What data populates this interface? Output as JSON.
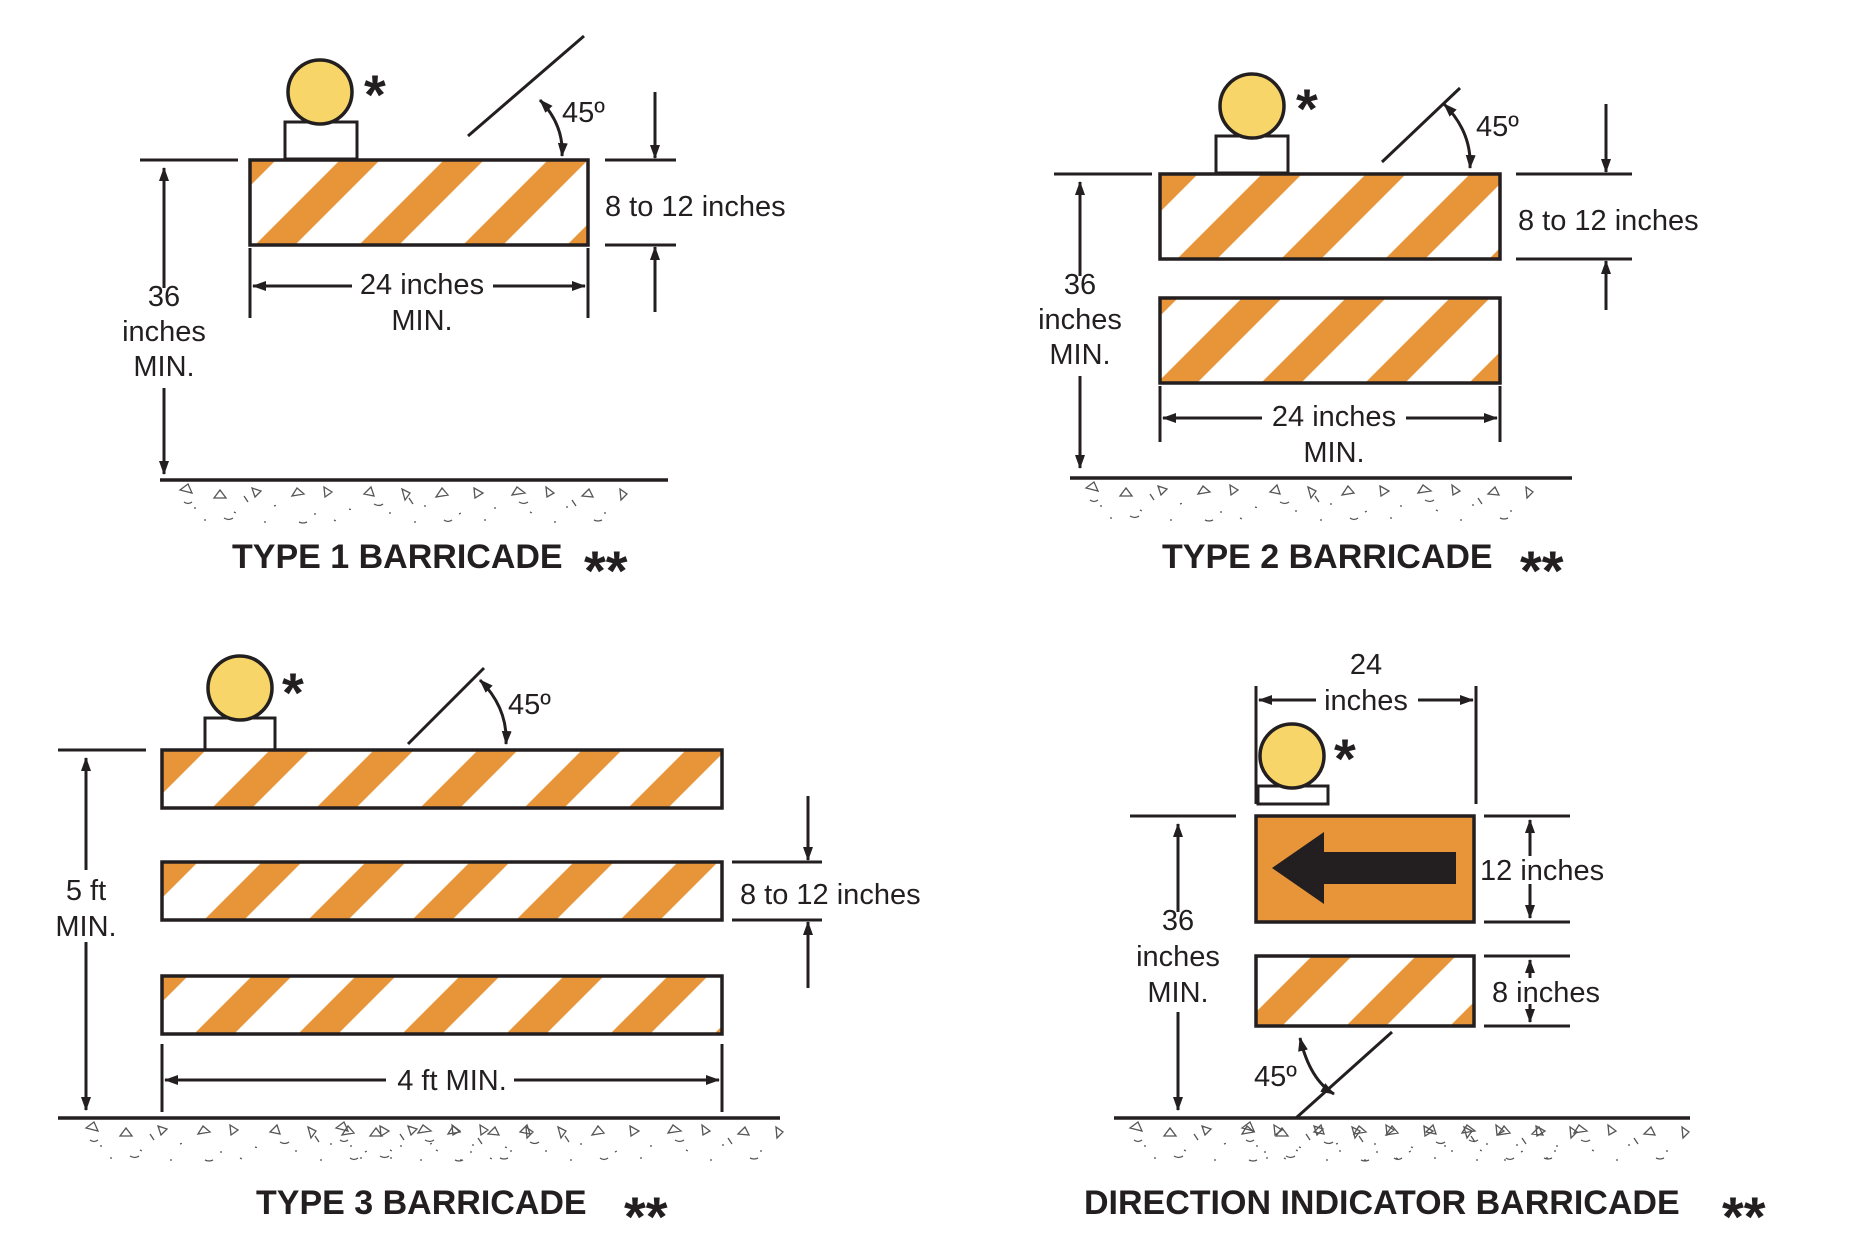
{
  "colors": {
    "stripe_orange": "#e8953a",
    "lamp_yellow": "#f8d568",
    "ink": "#231f20",
    "white": "#ffffff"
  },
  "icons": [
    "warning-light-icon",
    "left-arrow-icon"
  ],
  "type1": {
    "title": "TYPE 1 BARRICADE",
    "title_marker": "**",
    "lamp_marker": "*",
    "angle": "45º",
    "rail_height": "8 to 12 inches",
    "width_line1": "24 inches",
    "width_line2": "MIN.",
    "height_line1": "36",
    "height_line2": "inches",
    "height_line3": "MIN."
  },
  "type2": {
    "title": "TYPE 2 BARRICADE",
    "title_marker": "**",
    "lamp_marker": "*",
    "angle": "45º",
    "rail_height": "8 to 12 inches",
    "width_line1": "24 inches",
    "width_line2": "MIN.",
    "height_line1": "36",
    "height_line2": "inches",
    "height_line3": "MIN."
  },
  "type3": {
    "title": "TYPE 3 BARRICADE",
    "title_marker": "**",
    "lamp_marker": "*",
    "angle": "45º",
    "rail_height": "8 to 12 inches",
    "width": "4 ft MIN.",
    "height_line1": "5 ft",
    "height_line2": "MIN."
  },
  "direction": {
    "title": "DIRECTION INDICATOR BARRICADE",
    "title_marker": "**",
    "lamp_marker": "*",
    "angle": "45º",
    "width_line1": "24",
    "width_line2": "inches",
    "sign_height": "12 inches",
    "rail_height": "8 inches",
    "height_line1": "36",
    "height_line2": "inches",
    "height_line3": "MIN."
  }
}
